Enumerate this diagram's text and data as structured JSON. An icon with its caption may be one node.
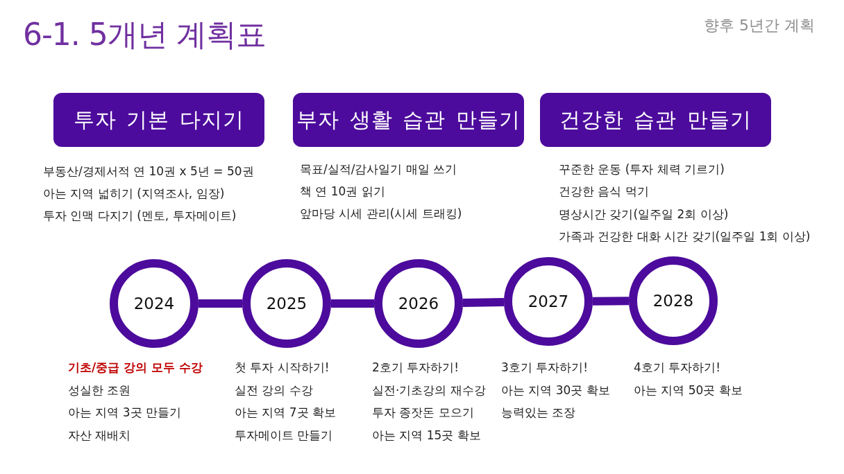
{
  "diagram": {
    "title": "6-1. 5개년 계획표",
    "nodes": [
      {
        "text": [
          "투자 기본 다지기"
        ],
        "beside": [
          "부동산/경제서적 연 10권 x 5년 = 50권",
          "아는 지역 넓히기 (지역조사, 임장)",
          "투자 인맥 다지기 (멘토, 투자메이트)"
        ]
      },
      {
        "text": [
          "부자 생활 습관 만들기"
        ],
        "beside": [
          "목표/실적/감사일기 매일 쓰기",
          "책 연 10권 읽기",
          "앞마당 시세 관리(시세 트래킹)"
        ]
      },
      {
        "text": [
          "건강한 습관 만들기"
        ],
        "beside": [
          "꾸준한 운동 (투자 체력 기르기)",
          "건강한 음식 먹기",
          "명상시간 갖기(일주일 2회 이상)",
          "가족과 건강한 대화 시간 갖기(일주일 1회 이상)"
        ]
      },
      {
        "text": [
          "2024"
        ],
        "beside": [
          "기초/중급 강의 모두 수강",
          "성실한 조원",
          "아는 지역 3곳 만들기",
          "자산 재배치"
        ]
      },
      {
        "text": [
          "2025"
        ],
        "beside": [
          "첫 투자 시작하기!",
          "실전 강의 수강",
          "아는 지역 7곳 확보",
          "투자메이트 만들기"
        ]
      },
      {
        "text": [
          "2026"
        ],
        "beside": [
          "2호기 투자하기!",
          "실전·기초강의 재수강",
          "투자 종잣돈 모으기",
          "아는 지역 15곳 확보"
        ]
      },
      {
        "text": [
          "2027"
        ],
        "beside": [
          "3호기 투자하기!",
          "아는 지역 30곳 확보",
          "능력있는 조장"
        ]
      },
      {
        "text": [
          "2028"
        ],
        "beside": [
          "4호기 투자하기!",
          "아는 지역 50곳 확보"
        ]
      }
    ],
    "edges": [
      {
        "from": 3,
        "to": 4,
        "arrow": "none"
      },
      {
        "from": 4,
        "to": 5,
        "arrow": "none"
      },
      {
        "from": 5,
        "to": 6,
        "arrow": "none"
      },
      {
        "from": 6,
        "to": 7,
        "arrow": "none"
      }
    ],
    "labels": [
      "향후 5년간 계획"
    ]
  }
}
